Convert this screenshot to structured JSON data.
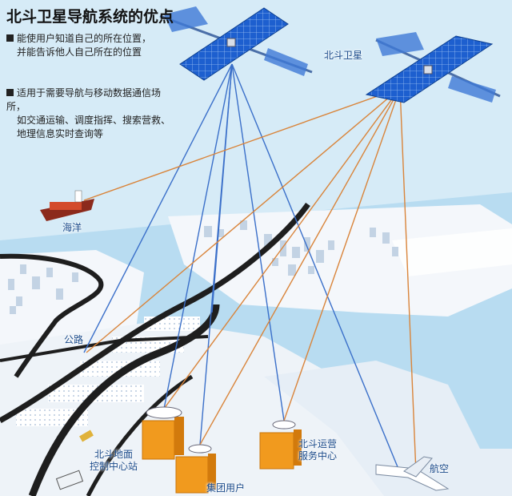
{
  "title": "北斗卫星导航系统的优点",
  "advantages": [
    {
      "line1": "能使用户知道自己的所在位置，",
      "line2": "并能告诉他人自己所在的位置"
    },
    {
      "line1": "适用于需要导航与移动数据通信场所，",
      "line2": "如交通运输、调度指挥、搜索营救、地理信息实时查询等"
    }
  ],
  "labels": {
    "satellite": "北斗卫星",
    "ocean": "海洋",
    "road": "公路",
    "ground_station_l1": "北斗地面",
    "ground_station_l2": "控制中心站",
    "operation_l1": "北斗运营",
    "operation_l2": "服务中心",
    "group_user": "集团用户",
    "aviation": "航空"
  },
  "colors": {
    "panel": "#1c5fc8",
    "signal_blue": "#3a6fc9",
    "signal_orange": "#d9843a",
    "land": "#eef3f8",
    "water": "#b9dcf0",
    "road": "#1e1e1e",
    "building": "#f19a1e"
  }
}
